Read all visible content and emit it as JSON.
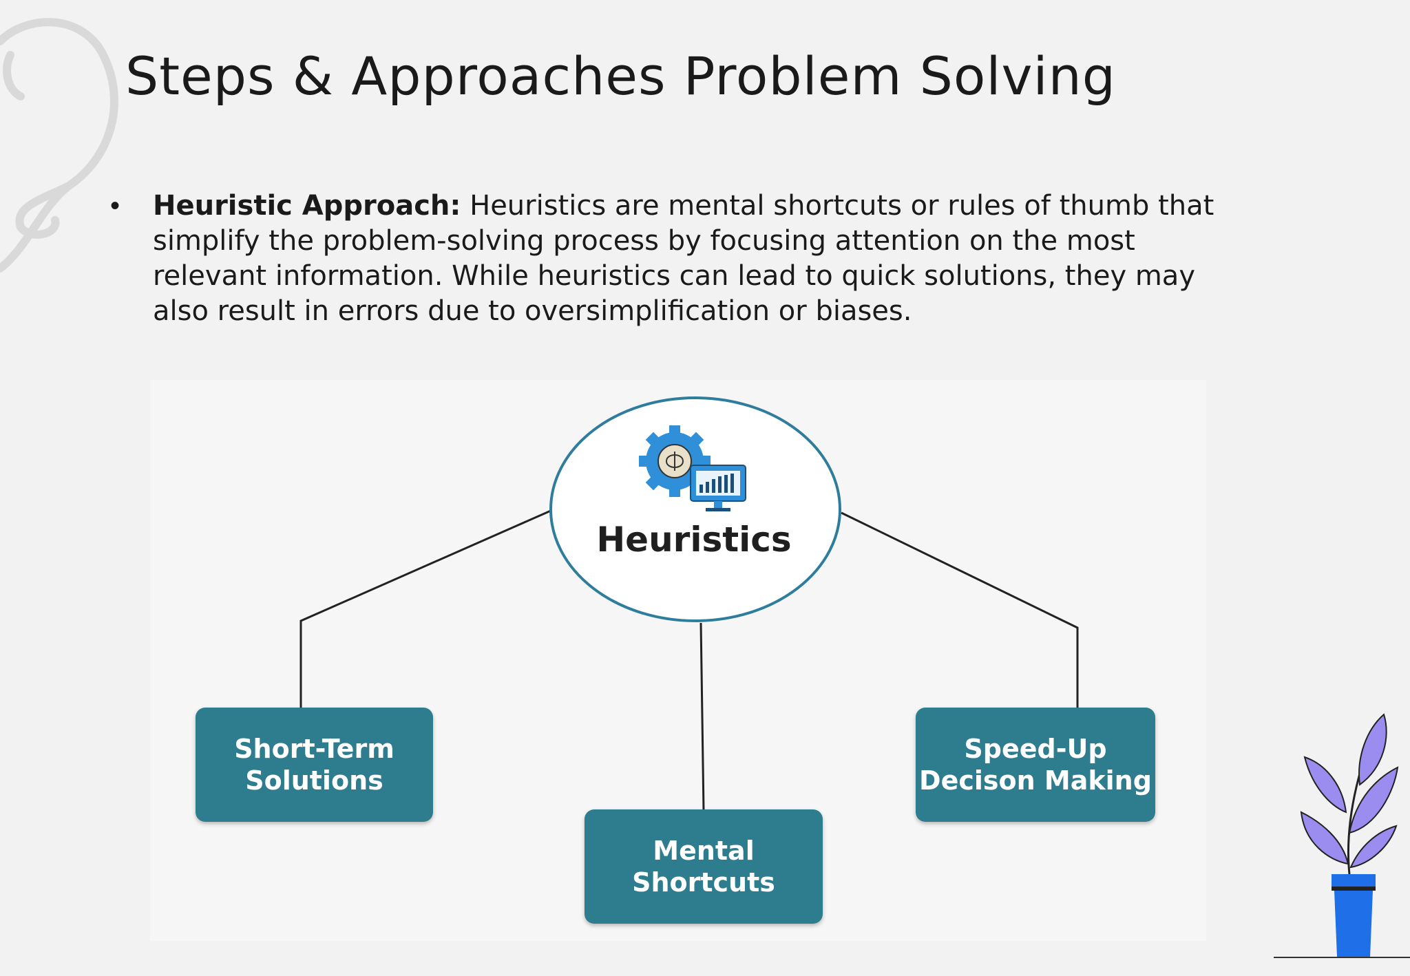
{
  "slide": {
    "title": "Steps & Approaches Problem Solving",
    "bullet": {
      "lead": "Heuristic Approach:",
      "text": " Heuristics are mental shortcuts or rules of thumb that simplify the problem-solving process by focusing attention on the most relevant information. While heuristics can lead to quick solutions, they may also result in errors due to oversimplification or biases."
    }
  },
  "diagram": {
    "center": {
      "label": "Heuristics",
      "icon": "brain-gear-monitor-icon"
    },
    "nodes": [
      {
        "label": "Short-Term\nSolutions"
      },
      {
        "label": "Mental\nShortcuts"
      },
      {
        "label": "Speed-Up\nDecison Making"
      }
    ]
  },
  "colors": {
    "background": "#f2f2f2",
    "node_fill": "#2e7d8f",
    "ellipse_stroke": "#2e7d9c",
    "icon_blue": "#2f8fd8",
    "plant_leaf": "#9b8cf0",
    "pot_blue": "#1e6fe8"
  }
}
